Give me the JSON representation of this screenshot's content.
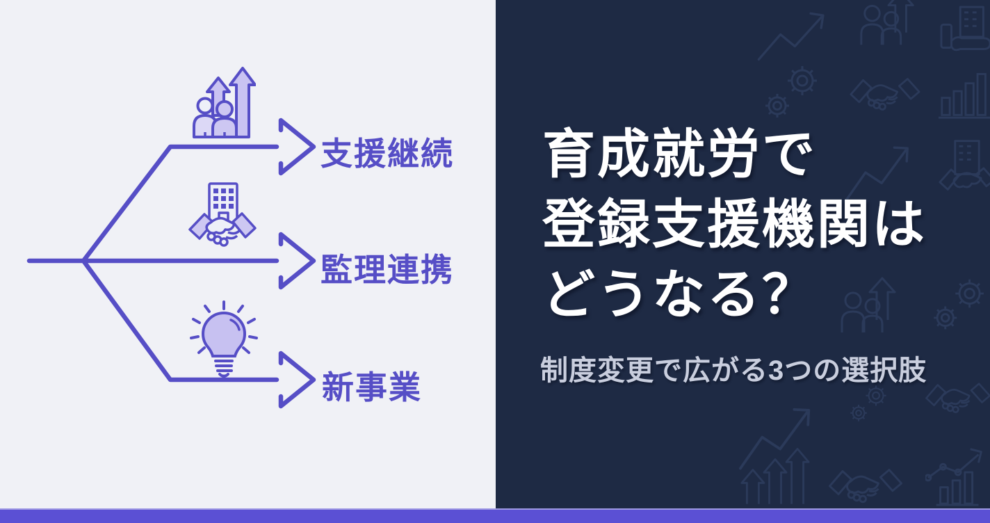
{
  "diagram": {
    "branches": [
      {
        "label": "支援継続",
        "icon": "people-growth-icon"
      },
      {
        "label": "監理連携",
        "icon": "building-handshake-icon"
      },
      {
        "label": "新事業",
        "icon": "lightbulb-icon"
      }
    ]
  },
  "title": {
    "lines": [
      "育成就労で",
      "登録支援機関は",
      "どうなる？"
    ],
    "subtitle": "制度変更で広がる3つの選択肢"
  },
  "colors": {
    "accent_purple": "#564ec6",
    "bottom_bar_purple": "#5b50d4",
    "left_background": "#f0f1f6",
    "right_background": "#1e2a44",
    "title_text": "#ffffff",
    "subtitle_text": "#c9cede",
    "pattern_stroke": "#394a70"
  },
  "background_pattern_icons": [
    "trend-arrow-icon",
    "people-growth-icon",
    "hand-building-icon",
    "gears-icon",
    "handshake-icon",
    "bar-chart-icon",
    "building-handshake-icon",
    "rising-arrows-icon",
    "line-chart-icon"
  ]
}
